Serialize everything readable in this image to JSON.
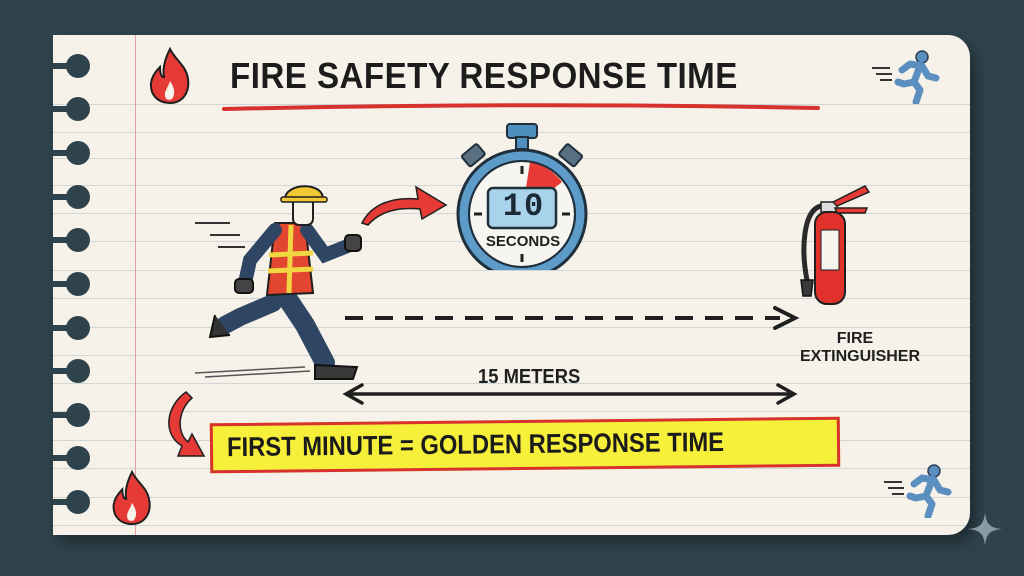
{
  "title": "FIRE SAFETY RESPONSE TIME",
  "stopwatch": {
    "value": "10",
    "unit": "SECONDS"
  },
  "extinguisher": {
    "line1": "FIRE",
    "line2": "EXTINGUISHER"
  },
  "distance": {
    "label": "15 METERS"
  },
  "callout": {
    "text": "FIRST MINUTE = GOLDEN RESPONSE TIME"
  },
  "colors": {
    "background": "#2f434c",
    "paper": "#f6f2ea",
    "accent_red": "#d8322f",
    "highlight_yellow": "#f7f03a",
    "watch_blue": "#5d9cc9",
    "runner_blue": "#5b8fbf"
  },
  "icons": [
    "flame-icon",
    "running-person-icon",
    "stopwatch-icon",
    "fire-extinguisher-icon",
    "firefighter-illustration",
    "curved-arrow-icon",
    "sparkle-icon"
  ]
}
